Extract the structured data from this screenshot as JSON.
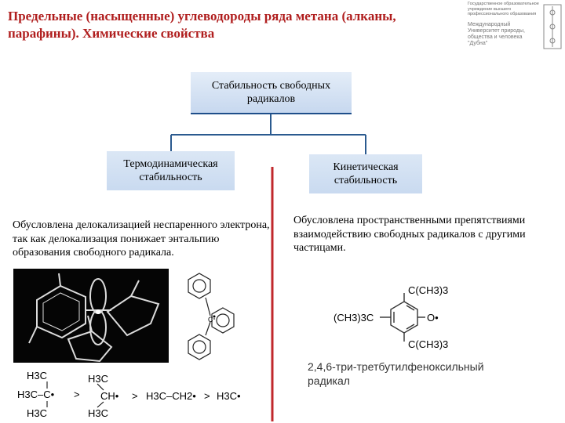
{
  "header": {
    "title": "Предельные (насыщенные) углеводороды ряда метана (алканы, парафины). Химические свойства",
    "logo_text_top": "Государственное образовательное учреждение высшего профессионального образования",
    "logo_text_main": "Международный Университет природы, общества и человека \"Дубна\""
  },
  "diagram": {
    "root": "Стабильность свободных радикалов",
    "left_node": "Термодинамическая стабильность",
    "right_node": "Кинетическая стабильность",
    "left_description": "Обусловлена делокализацией неспаренного электрона, так как делокализация понижает энтальпию образования свободного радикала.",
    "right_description": "Обусловлена пространственными препятствиями взаимодействию свободных радикалов с другими частицами.",
    "colors": {
      "connector": "#2b5a8f",
      "divider": "#c0282c",
      "title": "#b01e1e",
      "box_fill": "#c9daf0"
    }
  },
  "structures": {
    "triphenylmethyl_center": "C",
    "phenoxyl": {
      "top_group": "C(CH3)3",
      "left_group": "(CH3)3C",
      "right_group": "O•",
      "bottom_group": "C(CH3)3",
      "caption": "2,4,6-три-третбутилфеноксильный радикал"
    },
    "stability_series": {
      "tertiary_top": "H3C",
      "tertiary_mid": "H3C–C•",
      "tertiary_bottom": "H3C",
      "gt1": ">",
      "secondary_top": "H3C",
      "secondary_mid": "CH•",
      "secondary_bottom": "H3C",
      "gt2": ">",
      "primary": "H3C–CH2•",
      "gt3": ">",
      "methyl": "H3C•"
    }
  }
}
